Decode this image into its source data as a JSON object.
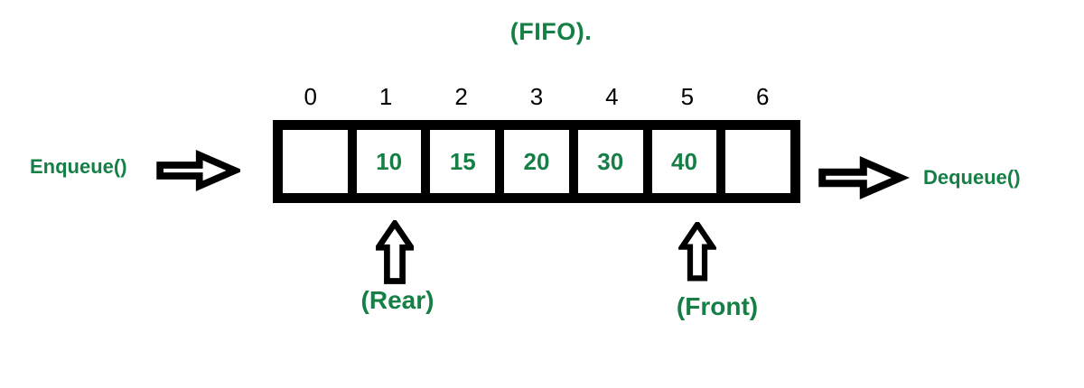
{
  "title": "(FIFO).",
  "colors": {
    "text_green": "#157f46",
    "line_black": "#000000",
    "background": "#ffffff"
  },
  "queue": {
    "indices": [
      "0",
      "1",
      "2",
      "3",
      "4",
      "5",
      "6"
    ],
    "cells": [
      "",
      "10",
      "15",
      "20",
      "30",
      "40",
      ""
    ]
  },
  "labels": {
    "enqueue": "Enqueue()",
    "dequeue": "Dequeue()",
    "rear": "(Rear)",
    "front": "(Front)"
  },
  "pointers": {
    "rear_index": 1,
    "front_index": 5
  },
  "icons": {
    "enqueue_arrow": "right-block-arrow",
    "dequeue_arrow": "right-block-arrow",
    "rear_arrow": "up-block-arrow",
    "front_arrow": "up-block-arrow"
  }
}
